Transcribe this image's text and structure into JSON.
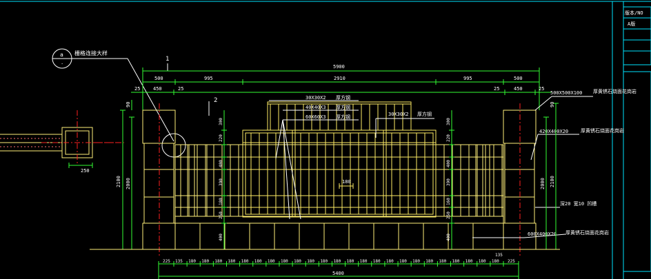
{
  "colors": {
    "background": "#000000",
    "frame": "#00e5ff",
    "dimension": "#33ff33",
    "dimension_text": "#ffffff",
    "structure": "#fff07a",
    "gate": "#ffee66",
    "centerline": "#ff2020",
    "leader": "#ffffff",
    "label": "#ffffff"
  },
  "title_block": {
    "sheet_no_label": "版本/NO",
    "version": "A版"
  },
  "callouts": {
    "detail_symbol": "a",
    "detail_label": "栅格连接大样",
    "section_1": "1",
    "section_2": "2"
  },
  "top_dims": {
    "overall": "5900",
    "seg_500_left": "500",
    "seg_995_left": "995",
    "seg_2910": "2910",
    "seg_995_right": "995",
    "seg_500_right": "500",
    "seg_25_a": "25",
    "seg_450_left": "450",
    "seg_25_b": "25",
    "seg_25_c": "25",
    "seg_450_right": "450",
    "seg_25_d": "25"
  },
  "material_labels": {
    "tube_30x30": "30X30X2",
    "tube_30x30_name": "厚方钢",
    "tube_40x40": "40X40X3",
    "tube_40x40_name": "厚方钢",
    "tube_60x60": "60X60X3",
    "tube_60x60_name": "厚方钢",
    "tube_30x30_right": "30X30X2",
    "tube_30x30_right_name": "厚方钢",
    "stone_cap": "500X500X100",
    "stone_cap_name": "厚黄锈石烧面花岗岩",
    "stone_cladding": "420X400X20",
    "stone_cladding_name": "厚黄锈石烧面花岗岩",
    "groove": "深20 宽10 凹槽",
    "base_stone": "600X400X20",
    "base_stone_name": "厚黄锈石烧面花岗岩",
    "gate_mark": "180"
  },
  "side_dims": {
    "left_total": "2100",
    "left_2000": "2000",
    "left_90": "90",
    "right_total": "2100",
    "right_2000": "2000",
    "right_90": "90",
    "plan_250": "250"
  },
  "inner_dims_left": [
    "300",
    "220",
    "400",
    "390",
    "180",
    "250",
    "400"
  ],
  "inner_dims_right": [
    "300",
    "220",
    "400",
    "390",
    "160",
    "250",
    "400"
  ],
  "bottom_dims": {
    "start": "225",
    "series": [
      "135",
      "180",
      "180",
      "180",
      "180",
      "180",
      "180",
      "180",
      "180",
      "180",
      "180",
      "180",
      "180",
      "180",
      "180",
      "180",
      "180",
      "180",
      "180",
      "180",
      "180",
      "180",
      "180",
      "180",
      "180"
    ],
    "end_135": "135",
    "end": "225",
    "total": "5400"
  }
}
